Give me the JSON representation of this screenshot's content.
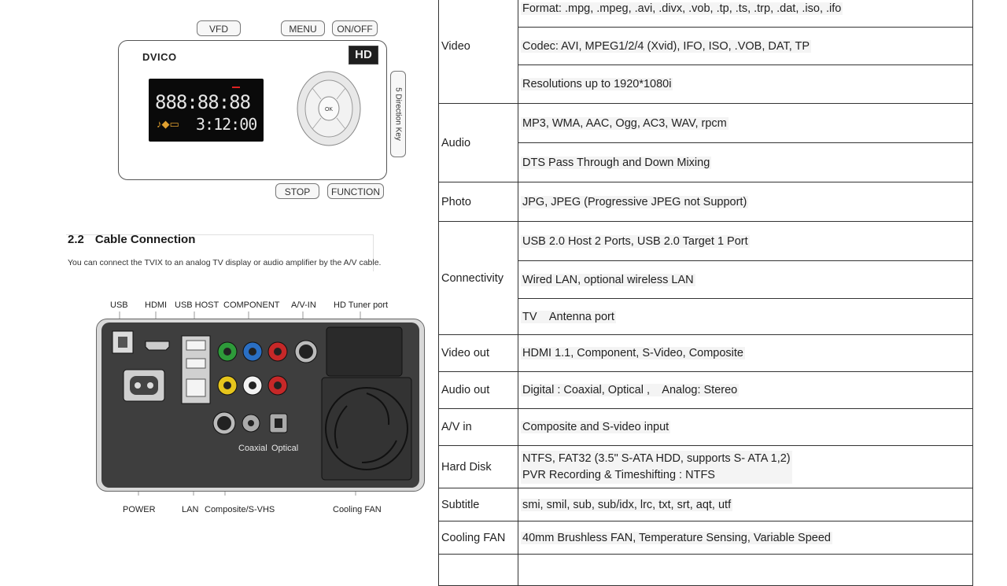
{
  "front_panel": {
    "buttons": {
      "vfd": "VFD",
      "menu": "MENU",
      "onoff": "ON/OFF",
      "stop": "STOP",
      "function": "FUNCTION"
    },
    "brand": "DVICO",
    "hd_logo": "HD",
    "display_top": "888:88:88",
    "display_bottom": "3:12:00",
    "dpad_center": "OK",
    "direction_key": "5 Direction Key"
  },
  "section": {
    "number": "2.2",
    "title": "Cable Connection",
    "paragraph": "You can connect the TVIX to an analog TV display or audio amplifier by the A/V cable."
  },
  "back_panel": {
    "top_labels": {
      "usb": "USB",
      "hdmi": "HDMI",
      "usb_host": "USB HOST",
      "component": "COMPONENT",
      "av_in": "A/V-IN",
      "hd_tuner": "HD Tuner port"
    },
    "bottom_labels": {
      "power": "POWER",
      "lan": "LAN",
      "composite": "Composite/S-VHS",
      "fan": "Cooling FAN"
    },
    "inner_labels": {
      "coaxial": "Coaxial",
      "optical": "Optical"
    }
  },
  "spec_table": {
    "rows": [
      {
        "category": "Video",
        "values": [
          "Format: .mpg, .mpeg, .avi, .divx, .vob, .tp, .ts, .trp, .dat, .iso, .ifo",
          "Codec: AVI, MPEG1/2/4 (Xvid), IFO, ISO, .VOB, DAT, TP",
          "Resolutions up to 1920*1080i"
        ]
      },
      {
        "category": "Audio",
        "values": [
          "MP3, WMA, AAC, Ogg, AC3, WAV, rpcm",
          "DTS Pass Through and Down Mixing"
        ]
      },
      {
        "category": "Photo",
        "values": [
          "JPG, JPEG (Progressive JPEG not Support)"
        ]
      },
      {
        "category": "Connectivity",
        "values": [
          "USB 2.0 Host 2 Ports, USB 2.0 Target 1 Port",
          "Wired LAN, optional wireless LAN",
          "TV    Antenna port"
        ]
      },
      {
        "category": "Video out",
        "values": [
          "HDMI 1.1, Component, S-Video, Composite"
        ]
      },
      {
        "category": "Audio out",
        "values": [
          "Digital : Coaxial, Optical ,    Analog: Stereo"
        ]
      },
      {
        "category": "A/V in",
        "values": [
          "Composite and S-video input"
        ]
      },
      {
        "category": "Hard Disk",
        "values": [
          "NTFS, FAT32 (3.5\" S-ATA HDD, supports S- ATA 1,2)\nPVR Recording & Timeshifting : NTFS"
        ]
      },
      {
        "category": "Subtitle",
        "values": [
          "smi, smil, sub, sub/idx, lrc, txt, srt, aqt, utf"
        ]
      },
      {
        "category": "Cooling FAN",
        "values": [
          "40mm Brushless FAN, Temperature Sensing, Variable Speed"
        ]
      }
    ]
  }
}
